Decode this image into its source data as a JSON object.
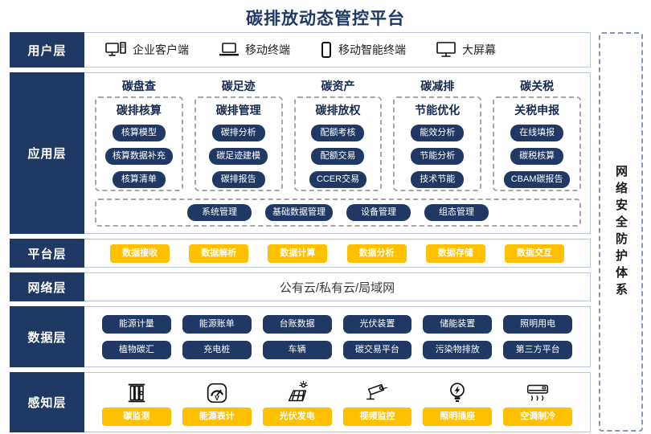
{
  "title": "碳排放动态管控平台",
  "security": {
    "label": "网络安全防护体系"
  },
  "user": {
    "label": "用户层",
    "items": [
      {
        "icon": "desktop-pc-icon",
        "label": "企业客户端"
      },
      {
        "icon": "laptop-icon",
        "label": "移动终端"
      },
      {
        "icon": "smartphone-icon",
        "label": "移动智能终端"
      },
      {
        "icon": "big-screen-icon",
        "label": "大屏幕"
      }
    ]
  },
  "app": {
    "label": "应用层",
    "columns": [
      {
        "header": "碳盘查",
        "subheader": "碳排核算",
        "items": [
          "核算模型",
          "核算数据补充",
          "核算清单"
        ]
      },
      {
        "header": "碳足迹",
        "subheader": "碳排管理",
        "items": [
          "碳排分析",
          "碳足迹建模",
          "碳排报告"
        ]
      },
      {
        "header": "碳资产",
        "subheader": "碳排放权",
        "items": [
          "配额考核",
          "配额交易",
          "CCER交易"
        ]
      },
      {
        "header": "碳减排",
        "subheader": "节能优化",
        "items": [
          "能效分析",
          "节能分析",
          "技术节能"
        ]
      },
      {
        "header": "碳关税",
        "subheader": "关税申报",
        "items": [
          "在线填报",
          "碳税核算",
          "CBAM碳报告"
        ]
      }
    ],
    "management": [
      "系统管理",
      "基础数据管理",
      "设备管理",
      "组态管理"
    ]
  },
  "platform": {
    "label": "平台层",
    "items": [
      "数据接收",
      "数据解析",
      "数据计算",
      "数据分析",
      "数据存储",
      "数据交互"
    ]
  },
  "network": {
    "label": "网络层",
    "content": "公有云/私有云/局域网"
  },
  "data_layer": {
    "label": "数据层",
    "row1": [
      "能源计量",
      "能源账单",
      "台账数据",
      "光伏装置",
      "储能装置",
      "照明用电"
    ],
    "row2": [
      "植物碳汇",
      "充电桩",
      "车辆",
      "碳交易平台",
      "污染物排放",
      "第三方平台"
    ]
  },
  "perception": {
    "label": "感知层",
    "items": [
      {
        "icon": "carbon-monitor-icon",
        "label": "碳监测"
      },
      {
        "icon": "energy-meter-icon",
        "label": "能源表计"
      },
      {
        "icon": "solar-pv-icon",
        "label": "光伏发电"
      },
      {
        "icon": "cctv-camera-icon",
        "label": "视频监控"
      },
      {
        "icon": "lightbulb-socket-icon",
        "label": "照明插座"
      },
      {
        "icon": "air-conditioner-icon",
        "label": "空调制冷"
      }
    ]
  },
  "colors": {
    "navy": "#1f3864",
    "orange": "#ffc000",
    "row_border": "#bcc7d8",
    "dash_gray": "#a6a6a6",
    "dash_blue": "#8496b0"
  }
}
